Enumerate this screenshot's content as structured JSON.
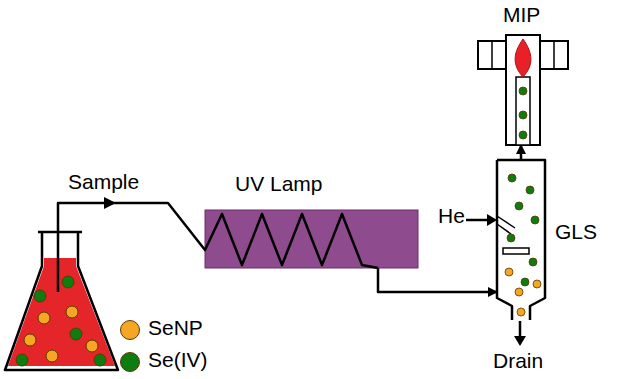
{
  "diagram": {
    "nodes": [
      {
        "text": [
          "UV Lamp"
        ]
      },
      {
        "text": [
          "GLS"
        ]
      },
      {
        "text": [
          "MIP"
        ]
      }
    ],
    "edges": [
      {
        "from": 0,
        "to": 1,
        "arrow": "to"
      },
      {
        "from": 1,
        "to": 2,
        "arrow": "to"
      }
    ],
    "labels": [
      "Sample",
      "He",
      "Drain"
    ],
    "legend": [
      {
        "text": "SeNP",
        "color": "#f5a623"
      },
      {
        "text": "Se(IV)",
        "color": "#0e7c0e"
      }
    ]
  }
}
